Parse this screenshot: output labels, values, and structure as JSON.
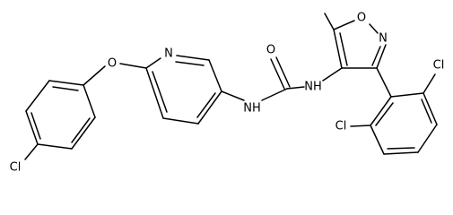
{
  "structure": {
    "atom_labels": {
      "cl_left": "Cl",
      "o_ether": "O",
      "n_pyridine": "N",
      "nh_left": "NH",
      "o_carbonyl": "O",
      "nh_right": "NH",
      "o_isoxazole": "O",
      "n_isoxazole": "N",
      "cl_top": "Cl",
      "cl_bottom": "Cl"
    }
  }
}
